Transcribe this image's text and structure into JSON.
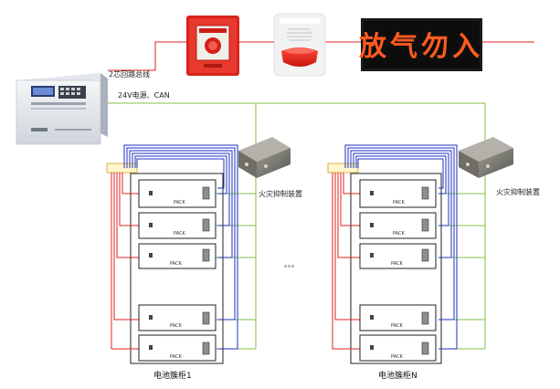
{
  "labels": {
    "bus_label": "2芯回路总线",
    "power_label": "24V电源、CAN",
    "sign_text": "放气勿入",
    "suppression_device_label": "火灾抑制装置",
    "pack_label": "PACK",
    "ellipsis": "。。。",
    "cabinet_1_label": "电池簇柜1",
    "cabinet_n_label": "电池簇柜N"
  },
  "colors": {
    "red_wire": "#e02020",
    "blue_wire": "#1c2fc0",
    "green_wire": "#7fc24a",
    "sign_text": "#ff5a20"
  },
  "icons": [
    "fire-control-panel",
    "manual-alarm-button",
    "sound-light-alarm",
    "led-sign",
    "fire-suppression-device",
    "battery-pack",
    "terminal-bus-block"
  ]
}
